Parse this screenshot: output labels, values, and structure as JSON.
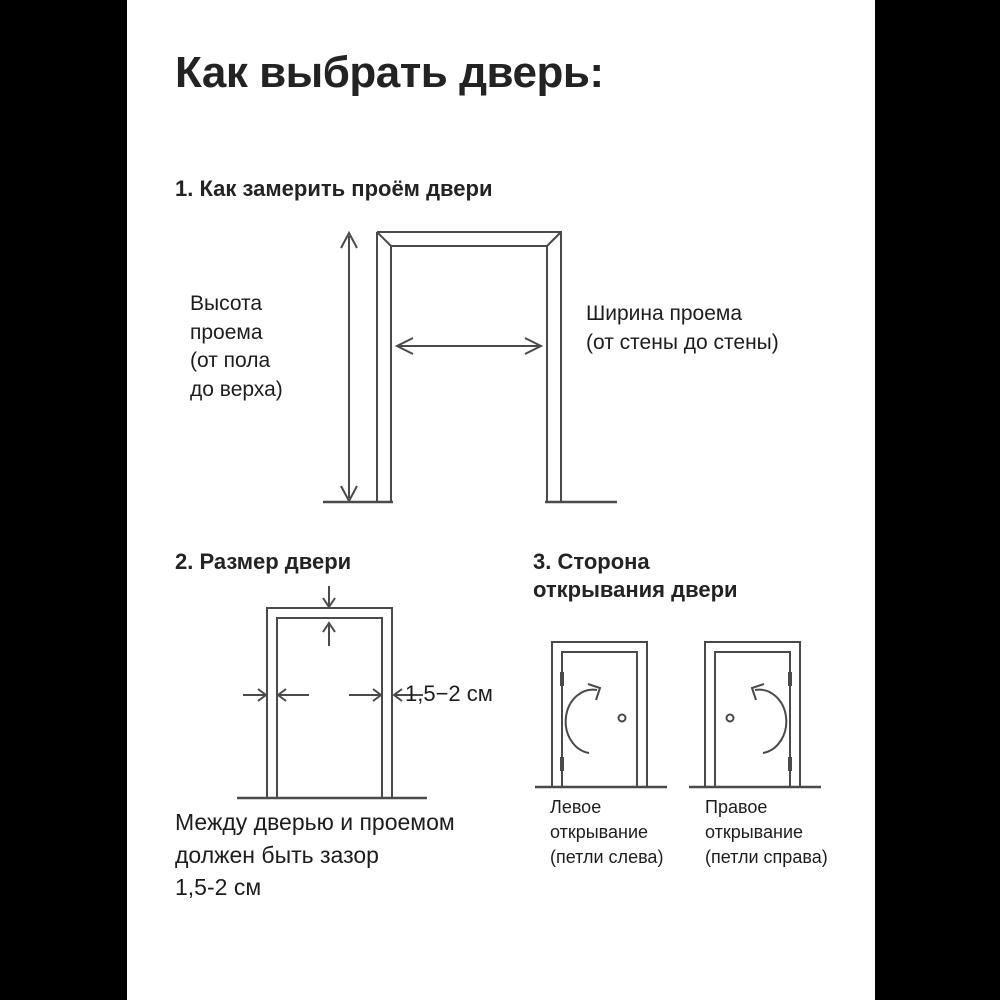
{
  "page": {
    "title": "Как выбрать дверь:",
    "background": "#000000",
    "sheet_color": "#ffffff",
    "ink_color": "#232323",
    "line_color": "#4a4a4a",
    "panel_fill": "#efefef"
  },
  "sections": [
    {
      "number": "1",
      "heading": "1. Как замерить проём двери",
      "labels": {
        "height": "Высота\nпроема\n(от пола\nдо верха)",
        "width": "Ширина проема\n(от стены до стены)"
      },
      "diagram": "doorway-frame-with-height-and-width-arrows"
    },
    {
      "number": "2",
      "heading": "2. Размер двери",
      "dimension_label": "1,5−2 см",
      "note": "Между дверью и проемом\nдолжен быть зазор\n1,5-2 см",
      "diagram": "door-in-frame-with-gap-arrows"
    },
    {
      "number": "3",
      "heading": "3. Сторона\nоткрывания двери",
      "doors": [
        {
          "caption": "Левое\nоткрывание\n(петли слева)",
          "hinges": "left",
          "swing": "clockwise"
        },
        {
          "caption": "Правое\nоткрывание\n(петли справа)",
          "hinges": "right",
          "swing": "counter-clockwise"
        }
      ]
    }
  ]
}
